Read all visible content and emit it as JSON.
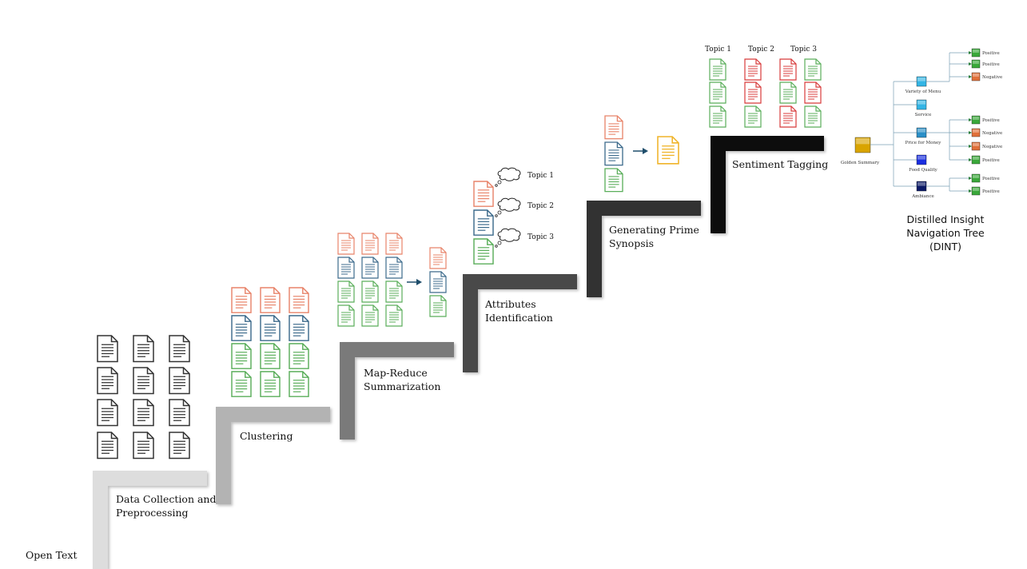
{
  "colors": {
    "orange": "#e8846a",
    "blue": "#3d6b8c",
    "green": "#5aae5a",
    "gray": "#333333",
    "yellow": "#f0b429",
    "red": "#d83b3b",
    "step_shades": [
      "#dddddd",
      "#b3b3b3",
      "#7a7a7a",
      "#4a4a4a",
      "#333333",
      "#111111"
    ]
  },
  "stages": [
    {
      "label": "Open Text"
    },
    {
      "label": "Data Collection and\nPreprocessing"
    },
    {
      "label": "Clustering"
    },
    {
      "label": "Map-Reduce\nSummarization"
    },
    {
      "label": "Attributes\nIdentification"
    },
    {
      "label": "Generating Prime\nSynopsis"
    },
    {
      "label": "Sentiment Tagging"
    },
    {
      "label": "Distilled Insight\nNavigation Tree\n(DINT)"
    }
  ],
  "attribute_topics": [
    "Topic 1",
    "Topic 2",
    "Topic 3"
  ],
  "sentiment_topics": [
    "Topic 1",
    "Topic 2",
    "Topic 3"
  ],
  "tree": {
    "root": "Golden Summary",
    "attributes": [
      {
        "name": "Variety of Menu",
        "color": "#33b5e5",
        "sentiments": [
          "Positive",
          "Positive",
          "Negative"
        ]
      },
      {
        "name": "Service",
        "color": "#33b5e5",
        "sentiments": []
      },
      {
        "name": "Price for Money",
        "color": "#2a8fc7",
        "sentiments": [
          "Positive",
          "Negative",
          "Negative",
          "Positive"
        ]
      },
      {
        "name": "Food Quality",
        "color": "#1a2ee0",
        "sentiments": []
      },
      {
        "name": "Ambiance",
        "color": "#0b1a66",
        "sentiments": [
          "Positive",
          "Positive"
        ]
      }
    ]
  }
}
